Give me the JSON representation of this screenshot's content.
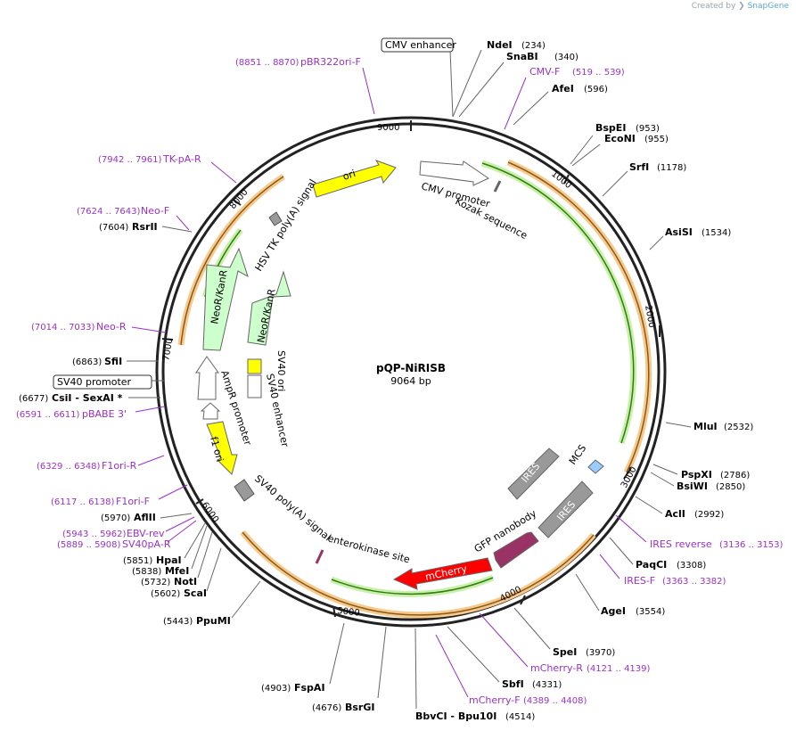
{
  "brand": {
    "prefix": "Created by",
    "name": "SnapGene"
  },
  "plasmid": {
    "name": "pQP-NiRISB",
    "length_label": "9064 bp"
  },
  "boxed_labels": [
    "CMV enhancer",
    "SV40 promoter"
  ],
  "sites": [
    {
      "name": "NdeI",
      "pos": "(234)"
    },
    {
      "name": "SnaBI",
      "pos": "(340)"
    },
    {
      "name": "AfeI",
      "pos": "(596)"
    },
    {
      "name": "BspEI",
      "pos": "(953)"
    },
    {
      "name": "EcoNI",
      "pos": "(955)"
    },
    {
      "name": "SrfI",
      "pos": "(1178)"
    },
    {
      "name": "AsiSI",
      "pos": "(1534)"
    },
    {
      "name": "MluI",
      "pos": "(2532)"
    },
    {
      "name": "PspXI",
      "pos": "(2786)"
    },
    {
      "name": "BsiWI",
      "pos": "(2850)"
    },
    {
      "name": "AclI",
      "pos": "(2992)"
    },
    {
      "name": "PaqCI",
      "pos": "(3308)"
    },
    {
      "name": "AgeI",
      "pos": "(3554)"
    },
    {
      "name": "SpeI",
      "pos": "(3970)"
    },
    {
      "name": "SbfI",
      "pos": "(4331)"
    },
    {
      "name": "BbvCI - Bpu10I",
      "pos": "(4514)"
    },
    {
      "name": "BsrGI",
      "pos": "(4676)"
    },
    {
      "name": "FspAI",
      "pos": "(4903)"
    },
    {
      "name": "PpuMI",
      "pos": "(5443)"
    },
    {
      "name": "ScaI",
      "pos": "(5602)"
    },
    {
      "name": "NotI",
      "pos": "(5732)"
    },
    {
      "name": "MfeI",
      "pos": "(5838)"
    },
    {
      "name": "HpaI",
      "pos": "(5851)"
    },
    {
      "name": "AflII",
      "pos": "(5970)"
    },
    {
      "name": "CsiI - SexAI *",
      "pos": "(6677)"
    },
    {
      "name": "SfiI",
      "pos": "(6863)"
    },
    {
      "name": "RsrII",
      "pos": "(7604)"
    }
  ],
  "primers": [
    {
      "name": "pBR322ori-F",
      "pos": "(8851 .. 8870)"
    },
    {
      "name": "CMV-F",
      "pos": "(519 .. 539)"
    },
    {
      "name": "TK-pA-R",
      "pos": "(7942 .. 7961)"
    },
    {
      "name": "Neo-F",
      "pos": "(7624 .. 7643)"
    },
    {
      "name": "Neo-R",
      "pos": "(7014 .. 7033)"
    },
    {
      "name": "pBABE 3'",
      "pos": "(6591 .. 6611)"
    },
    {
      "name": "F1ori-R",
      "pos": "(6329 .. 6348)"
    },
    {
      "name": "F1ori-F",
      "pos": "(6117 .. 6138)"
    },
    {
      "name": "EBV-rev",
      "pos": "(5943 .. 5962)"
    },
    {
      "name": "SV40pA-R",
      "pos": "(5889 .. 5908)"
    },
    {
      "name": "IRES reverse",
      "pos": "(3136 .. 3153)"
    },
    {
      "name": "IRES-F",
      "pos": "(3363 .. 3382)"
    },
    {
      "name": "mCherry-R",
      "pos": "(4121 .. 4139)"
    },
    {
      "name": "mCherry-F",
      "pos": "(4389 .. 4408)"
    }
  ],
  "features": [
    {
      "name": "ori",
      "color": "#ffff00"
    },
    {
      "name": "CMV promoter",
      "color": "#ffffff"
    },
    {
      "name": "Kozak sequence",
      "color": "#ffffff"
    },
    {
      "name": "HSV TK poly(A) signal",
      "color": "#999999"
    },
    {
      "name": "NeoR/KanR",
      "color": "#ccffcc"
    },
    {
      "name": "NeoR/KanR",
      "color": "#ccffcc"
    },
    {
      "name": "SV40 ori",
      "color": "#ffff00"
    },
    {
      "name": "SV40 enhancer",
      "color": "#ffffff"
    },
    {
      "name": "AmpR promoter",
      "color": "#ffffff"
    },
    {
      "name": "f1 ori",
      "color": "#ffff00"
    },
    {
      "name": "SV40 poly(A) signal",
      "color": "#999999"
    },
    {
      "name": "enterokinase site",
      "color": "#ffffff"
    },
    {
      "name": "mCherry",
      "color": "#ff0000"
    },
    {
      "name": "GFP nanobody",
      "color": "#993366"
    },
    {
      "name": "IRES",
      "color": "#999999"
    },
    {
      "name": "IRES",
      "color": "#999999"
    },
    {
      "name": "MCS",
      "color": "#99ccff"
    }
  ],
  "ticks": [
    "1000",
    "2000",
    "3000",
    "4000",
    "5000",
    "6000",
    "7000",
    "8000",
    "9000"
  ]
}
